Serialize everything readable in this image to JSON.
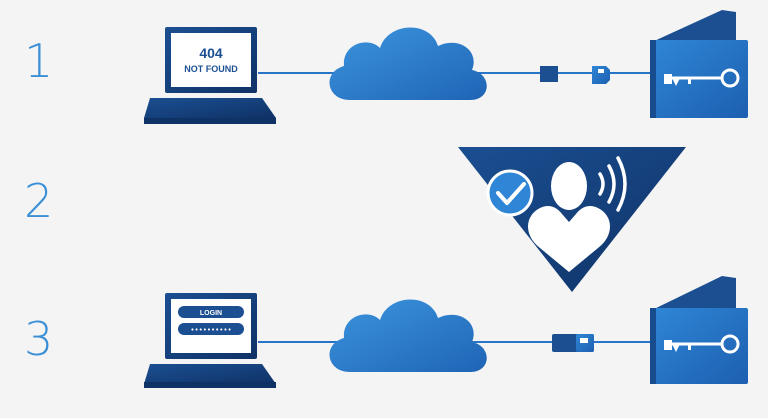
{
  "steps": [
    {
      "number": "1",
      "screen_line1": "404",
      "screen_line2": "NOT FOUND"
    },
    {
      "number": "2"
    },
    {
      "number": "3",
      "login_label": "LOGIN",
      "password_mask": "••••••••••"
    }
  ],
  "icons": {
    "step1": [
      "laptop-icon",
      "cloud-icon",
      "connector-plug-icon",
      "wallet-key-icon"
    ],
    "step2": [
      "voice-verification-triangle-icon",
      "checkmark-icon",
      "user-icon",
      "sound-waves-icon"
    ],
    "step3": [
      "laptop-icon",
      "cloud-icon",
      "connector-plug-icon",
      "wallet-key-icon"
    ]
  },
  "colors": {
    "number": "#3a8fd6",
    "navy": "#133d7a",
    "blue": "#2a74c7",
    "light_blue": "#4aa3e6",
    "background": "#f4f4f4"
  }
}
